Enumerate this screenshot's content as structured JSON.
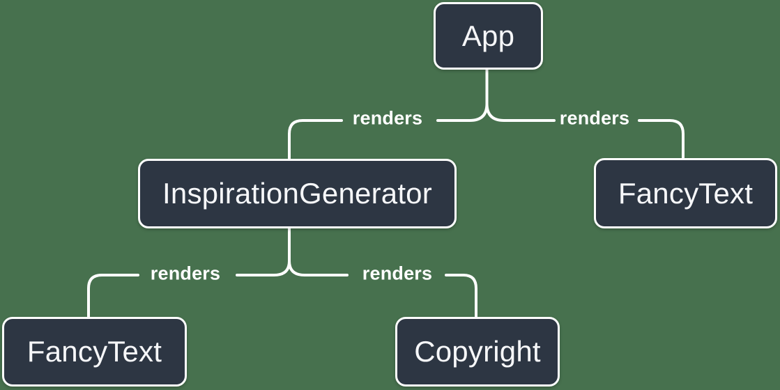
{
  "title": "React render tree diagram",
  "colors": {
    "background": "#47714e",
    "node_fill": "#2d3643",
    "node_border": "#ffffff",
    "node_text": "#f6f7f9",
    "line": "#ffffff",
    "edge_label_text": "#ffffff"
  },
  "diagram": {
    "type": "tree",
    "nodes": [
      {
        "id": "app",
        "label": "App"
      },
      {
        "id": "inspiration-generator",
        "label": "InspirationGenerator"
      },
      {
        "id": "fancy-text-top",
        "label": "FancyText"
      },
      {
        "id": "fancy-text-bottom",
        "label": "FancyText"
      },
      {
        "id": "copyright",
        "label": "Copyright"
      }
    ],
    "edges": [
      {
        "from": "app",
        "to": "inspiration-generator",
        "label": "renders"
      },
      {
        "from": "app",
        "to": "fancy-text-top",
        "label": "renders"
      },
      {
        "from": "inspiration-generator",
        "to": "fancy-text-bottom",
        "label": "renders"
      },
      {
        "from": "inspiration-generator",
        "to": "copyright",
        "label": "renders"
      }
    ]
  }
}
